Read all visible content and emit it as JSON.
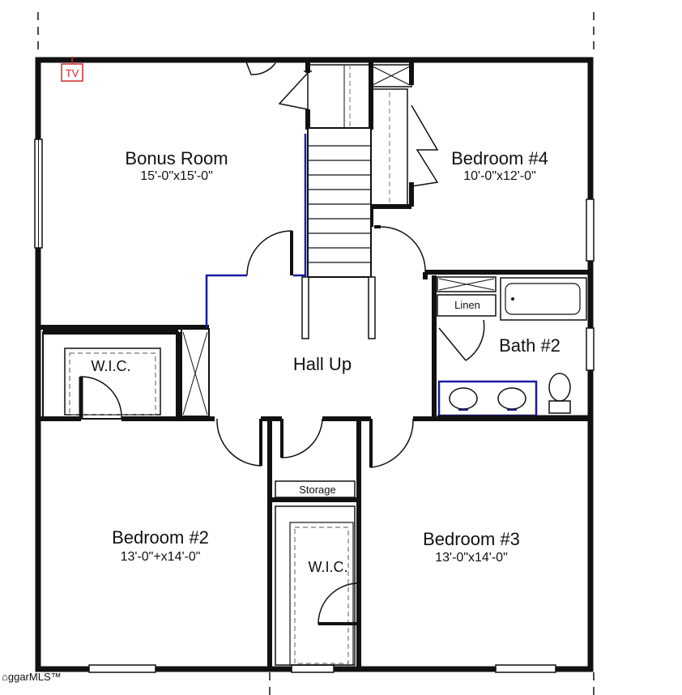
{
  "rooms": {
    "bonus": {
      "name": "Bonus Room",
      "size": "15'-0\"x15'-0\""
    },
    "bed4": {
      "name": "Bedroom #4",
      "size": "10'-0\"x12'-0\""
    },
    "bed2": {
      "name": "Bedroom #2",
      "size": "13'-0\"+x14'-0\""
    },
    "bed3": {
      "name": "Bedroom #3",
      "size": "13'-0\"x14'-0\""
    },
    "hall": {
      "name": "Hall Up"
    },
    "bath2": {
      "name": "Bath #2"
    },
    "linen": {
      "name": "Linen"
    },
    "storage": {
      "name": "Storage"
    },
    "wic_left": {
      "name": "W.I.C."
    },
    "wic_right": {
      "name": "W.I.C."
    }
  },
  "tv_label": "TV",
  "watermark": "ggarMLS™",
  "colors": {
    "wall": "#111111",
    "accent_blue": "#1a1aa6",
    "tv_red": "#d42a2a"
  }
}
